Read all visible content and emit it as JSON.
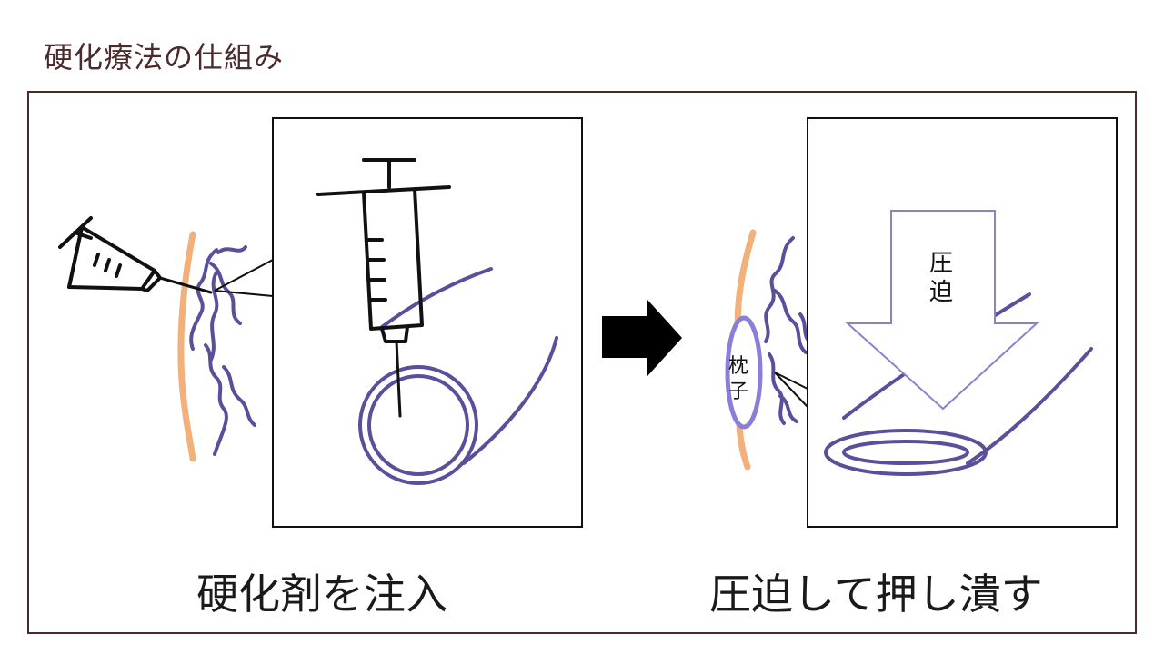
{
  "title": "硬化療法の仕組み",
  "left_panel": {
    "caption": "硬化剤を注入"
  },
  "right_panel": {
    "caption": "圧迫して押し潰す",
    "pillow_label_1": "枕",
    "pillow_label_2": "子",
    "arrow_label_1": "圧",
    "arrow_label_2": "迫"
  },
  "colors": {
    "title": "#4a2a2a",
    "frame": "#4a2a2a",
    "vein": "#5a4f9a",
    "skin": "#f2b07a",
    "pillow": "#8b7ed8",
    "arrow_outline": "#8a80d0",
    "flow_arrow": "#000000"
  },
  "icons": [
    "syringe-icon",
    "flow-arrow-icon",
    "press-arrow-icon"
  ]
}
